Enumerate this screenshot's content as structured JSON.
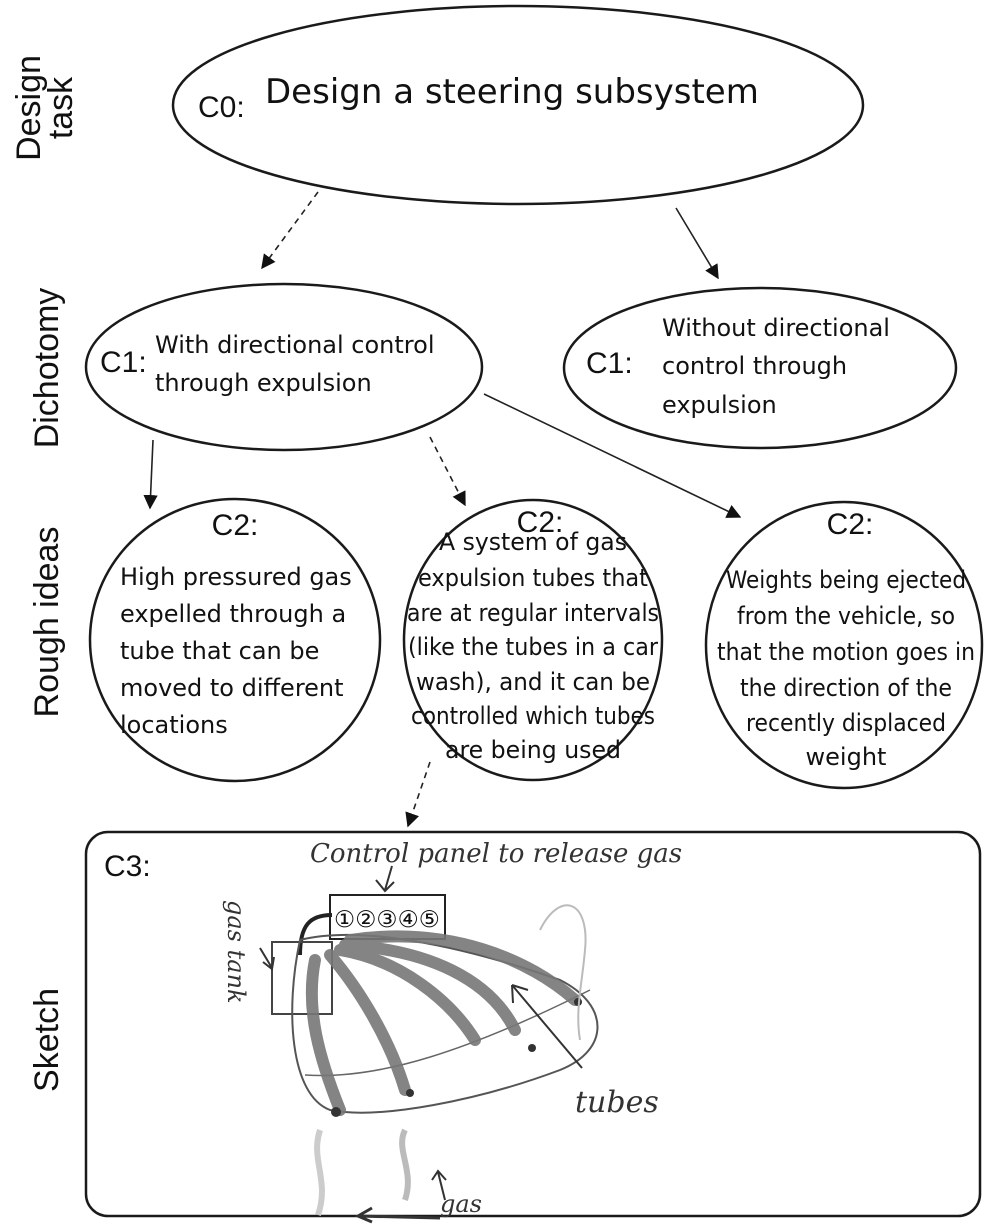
{
  "stage_labels": {
    "design_task": [
      "Design",
      "task"
    ],
    "dichotomy": "Dichotomy",
    "rough_ideas": "Rough ideas",
    "sketch": "Sketch"
  },
  "nodes": {
    "c0": {
      "label": "C0:",
      "text": "Design a steering subsystem"
    },
    "c1_left": {
      "label": "C1:",
      "lines": [
        "With directional control",
        "through expulsion"
      ]
    },
    "c1_right": {
      "label": "C1:",
      "lines": [
        "Without directional",
        "control through",
        "expulsion"
      ]
    },
    "c2_left": {
      "label": "C2:",
      "lines": [
        "High pressured gas",
        "expelled through a",
        "tube that can be",
        "moved to different",
        "locations"
      ]
    },
    "c2_middle": {
      "label": "C2:",
      "lines": [
        "A system of gas",
        "expulsion tubes that",
        "are at regular intervals",
        "(like the tubes in a car",
        "wash), and it can be",
        "controlled which tubes",
        "are being used"
      ]
    },
    "c2_right": {
      "label": "C2:",
      "lines": [
        "Weights being ejected",
        "from the vehicle, so",
        "that the motion goes in",
        "the direction of the",
        "recently displaced",
        "weight"
      ]
    },
    "c3": {
      "label": "C3:",
      "handwriting": {
        "control_panel": "Control panel to release gas",
        "panel_buttons": "①②③④⑤",
        "gas_tank": "gas tank",
        "tubes": "tubes",
        "gas": "gas"
      }
    }
  },
  "edges": [
    {
      "from": "c0",
      "to": "c1_left",
      "style": "dashed"
    },
    {
      "from": "c0",
      "to": "c1_right",
      "style": "solid"
    },
    {
      "from": "c1_left",
      "to": "c2_left",
      "style": "solid"
    },
    {
      "from": "c1_left",
      "to": "c2_middle",
      "style": "dashed"
    },
    {
      "from": "c1_left",
      "to": "c2_right",
      "style": "solid"
    },
    {
      "from": "c2_middle",
      "to": "c3",
      "style": "dashed"
    }
  ]
}
